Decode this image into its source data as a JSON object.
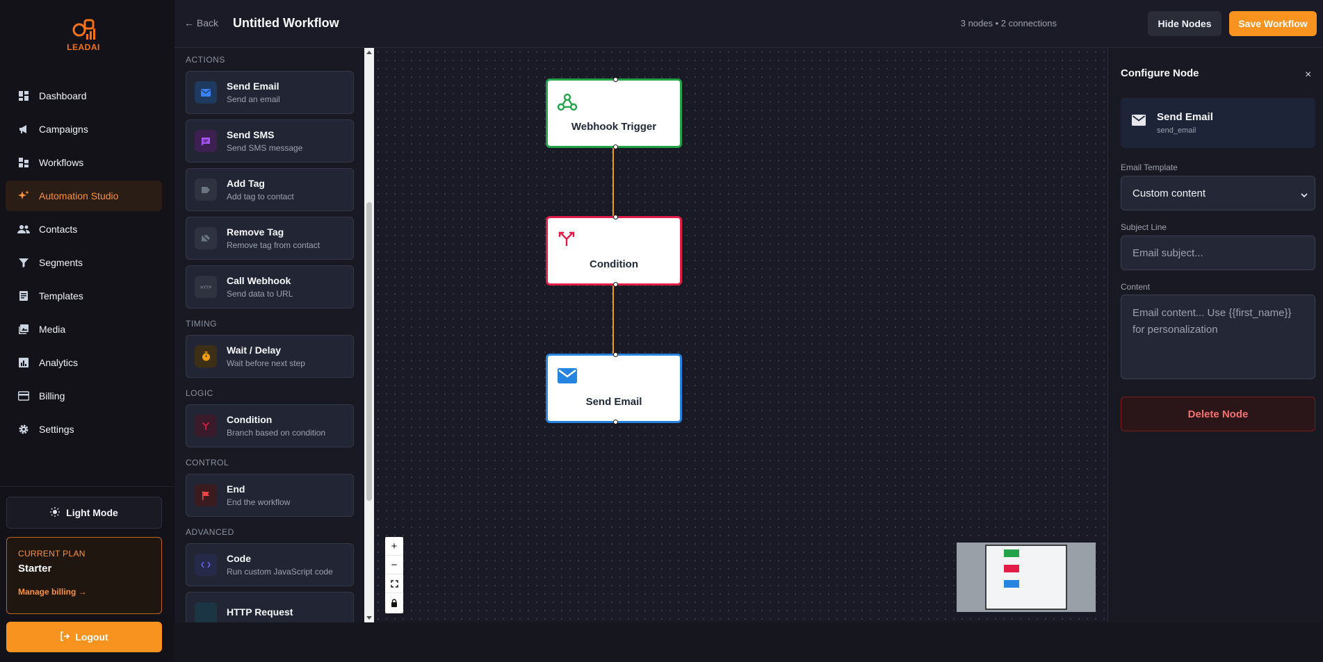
{
  "brand": {
    "name": "LEADAI",
    "accent": "#f7931e"
  },
  "sidebar": {
    "items": [
      {
        "label": "Dashboard",
        "icon": "dashboard-icon"
      },
      {
        "label": "Campaigns",
        "icon": "megaphone-icon"
      },
      {
        "label": "Workflows",
        "icon": "workflow-icon"
      },
      {
        "label": "Automation Studio",
        "icon": "sparkles-icon",
        "active": true
      },
      {
        "label": "Contacts",
        "icon": "people-icon"
      },
      {
        "label": "Segments",
        "icon": "filter-icon"
      },
      {
        "label": "Templates",
        "icon": "document-icon"
      },
      {
        "label": "Media",
        "icon": "image-icon"
      },
      {
        "label": "Analytics",
        "icon": "chart-icon"
      },
      {
        "label": "Billing",
        "icon": "credit-card-icon"
      },
      {
        "label": "Settings",
        "icon": "gear-icon"
      }
    ],
    "light_mode": "Light Mode",
    "plan": {
      "label": "CURRENT PLAN",
      "name": "Starter",
      "link": "Manage billing →"
    },
    "logout": "Logout"
  },
  "header": {
    "back": "← Back",
    "title": "Untitled Workflow",
    "stats": "3 nodes • 2 connections",
    "hide_nodes": "Hide Nodes",
    "save": "Save Workflow"
  },
  "palette": {
    "sections": [
      {
        "title": "ACTIONS",
        "items": [
          {
            "name": "Send Email",
            "desc": "Send an email",
            "icon": "mail-icon",
            "color": "#3b82f6"
          },
          {
            "name": "Send SMS",
            "desc": "Send SMS message",
            "icon": "message-icon",
            "color": "#a855f7"
          },
          {
            "name": "Add Tag",
            "desc": "Add tag to contact",
            "icon": "tag-icon",
            "color": "#6b7280"
          },
          {
            "name": "Remove Tag",
            "desc": "Remove tag from contact",
            "icon": "tag-off-icon",
            "color": "#6b7280"
          },
          {
            "name": "Call Webhook",
            "desc": "Send data to URL",
            "icon": "http-icon",
            "color": "#6b7280"
          }
        ]
      },
      {
        "title": "TIMING",
        "items": [
          {
            "name": "Wait / Delay",
            "desc": "Wait before next step",
            "icon": "timer-icon",
            "color": "#f59e0b"
          }
        ]
      },
      {
        "title": "LOGIC",
        "items": [
          {
            "name": "Condition",
            "desc": "Branch based on condition",
            "icon": "branch-icon",
            "color": "#e11d48"
          }
        ]
      },
      {
        "title": "CONTROL",
        "items": [
          {
            "name": "End",
            "desc": "End the workflow",
            "icon": "flag-icon",
            "color": "#ef4444"
          }
        ]
      },
      {
        "title": "ADVANCED",
        "items": [
          {
            "name": "Code",
            "desc": "Run custom JavaScript code",
            "icon": "code-icon",
            "color": "#6366f1"
          },
          {
            "name": "HTTP Request",
            "desc": "",
            "icon": "http-icon",
            "color": "#0ea5e9"
          }
        ]
      }
    ]
  },
  "canvas": {
    "nodes": [
      {
        "label": "Webhook Trigger",
        "icon": "webhook-icon",
        "border": "#22a34a"
      },
      {
        "label": "Condition",
        "icon": "branch-icon",
        "border": "#e11d48"
      },
      {
        "label": "Send Email",
        "icon": "mail-icon",
        "border": "#2584e0"
      }
    ],
    "edge_color": "#f59e0b",
    "controls": [
      "+",
      "−",
      "⛶",
      "🔒"
    ]
  },
  "config": {
    "title": "Configure Node",
    "close": "×",
    "selected": {
      "name": "Send Email",
      "type": "send_email"
    },
    "template_label": "Email Template",
    "template_value": "Custom content",
    "subject_label": "Subject Line",
    "subject_placeholder": "Email subject...",
    "content_label": "Content",
    "content_placeholder": "Email content... Use {{first_name}} for personalization",
    "delete": "Delete Node"
  }
}
